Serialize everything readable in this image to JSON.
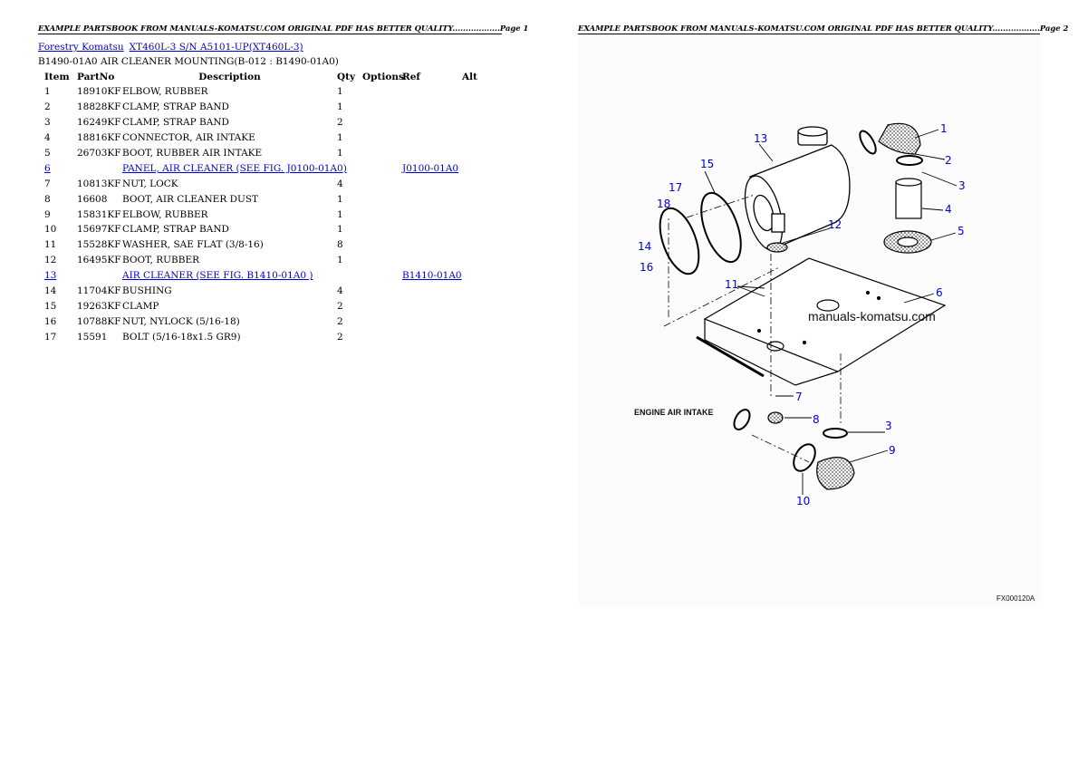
{
  "header": {
    "page1": "EXAMPLE PARTSBOOK FROM MANUALS-KOMATSU.COM ORIGINAL PDF HAS BETTER QUALITY..................Page 1",
    "page2": "EXAMPLE PARTSBOOK FROM MANUALS-KOMATSU.COM ORIGINAL PDF HAS BETTER QUALITY..................Page 2"
  },
  "breadcrumb": {
    "brand": "Forestry Komatsu",
    "model": "XT460L-3 S/N A5101-UP(XT460L-3)"
  },
  "section_title": "B1490-01A0 AIR CLEANER MOUNTING(B-012 : B1490-01A0)",
  "table": {
    "headers": [
      "Item",
      "PartNo",
      "Description",
      "Qty",
      "Options",
      "Ref",
      "Alt"
    ],
    "rows": [
      {
        "item": "1",
        "part": "18910KF",
        "desc": "ELBOW, RUBBER",
        "qty": "1",
        "ref": ""
      },
      {
        "item": "2",
        "part": "18828KF",
        "desc": "CLAMP, STRAP BAND",
        "qty": "1",
        "ref": ""
      },
      {
        "item": "3",
        "part": "16249KF",
        "desc": "CLAMP, STRAP BAND",
        "qty": "2",
        "ref": ""
      },
      {
        "item": "4",
        "part": "18816KF",
        "desc": "CONNECTOR, AIR INTAKE",
        "qty": "1",
        "ref": ""
      },
      {
        "item": "5",
        "part": "26703KF",
        "desc": "BOOT, RUBBER AIR INTAKE",
        "qty": "1",
        "ref": ""
      },
      {
        "item": "6",
        "part": "",
        "desc": "PANEL, AIR CLEANER (SEE FIG. J0100-01A0)",
        "qty": "",
        "ref": "J0100-01A0"
      },
      {
        "item": "7",
        "part": "10813KF",
        "desc": "NUT, LOCK",
        "qty": "4",
        "ref": ""
      },
      {
        "item": "8",
        "part": "16608",
        "desc": "BOOT, AIR CLEANER DUST",
        "qty": "1",
        "ref": ""
      },
      {
        "item": "9",
        "part": "15831KF",
        "desc": "ELBOW, RUBBER",
        "qty": "1",
        "ref": ""
      },
      {
        "item": "10",
        "part": "15697KF",
        "desc": "CLAMP, STRAP BAND",
        "qty": "1",
        "ref": ""
      },
      {
        "item": "11",
        "part": "15528KF",
        "desc": "WASHER, SAE FLAT (3/8-16)",
        "qty": "8",
        "ref": ""
      },
      {
        "item": "12",
        "part": "16495KF",
        "desc": "BOOT, RUBBER",
        "qty": "1",
        "ref": ""
      },
      {
        "item": "13",
        "part": "",
        "desc": "AIR CLEANER (SEE FIG. B1410-01A0 )",
        "qty": "",
        "ref": "B1410-01A0"
      },
      {
        "item": "14",
        "part": "11704KF",
        "desc": "BUSHING",
        "qty": "4",
        "ref": ""
      },
      {
        "item": "15",
        "part": "19263KF",
        "desc": "CLAMP",
        "qty": "2",
        "ref": ""
      },
      {
        "item": "16",
        "part": "10788KF",
        "desc": "NUT, NYLOCK (5/16-18)",
        "qty": "2",
        "ref": ""
      },
      {
        "item": "17",
        "part": "15591",
        "desc": "BOLT (5/16-18x1.5 GR9)",
        "qty": "2",
        "ref": ""
      }
    ]
  },
  "diagram": {
    "watermark": "manuals-komatsu.com",
    "engine_label": "ENGINE AIR INTAKE",
    "figure_code": "FX000120A",
    "callout_color": "#0000cc",
    "callouts": [
      "1",
      "2",
      "3",
      "4",
      "5",
      "6",
      "7",
      "8",
      "3",
      "9",
      "10",
      "11",
      "12",
      "13",
      "14",
      "15",
      "16",
      "17",
      "18"
    ]
  }
}
